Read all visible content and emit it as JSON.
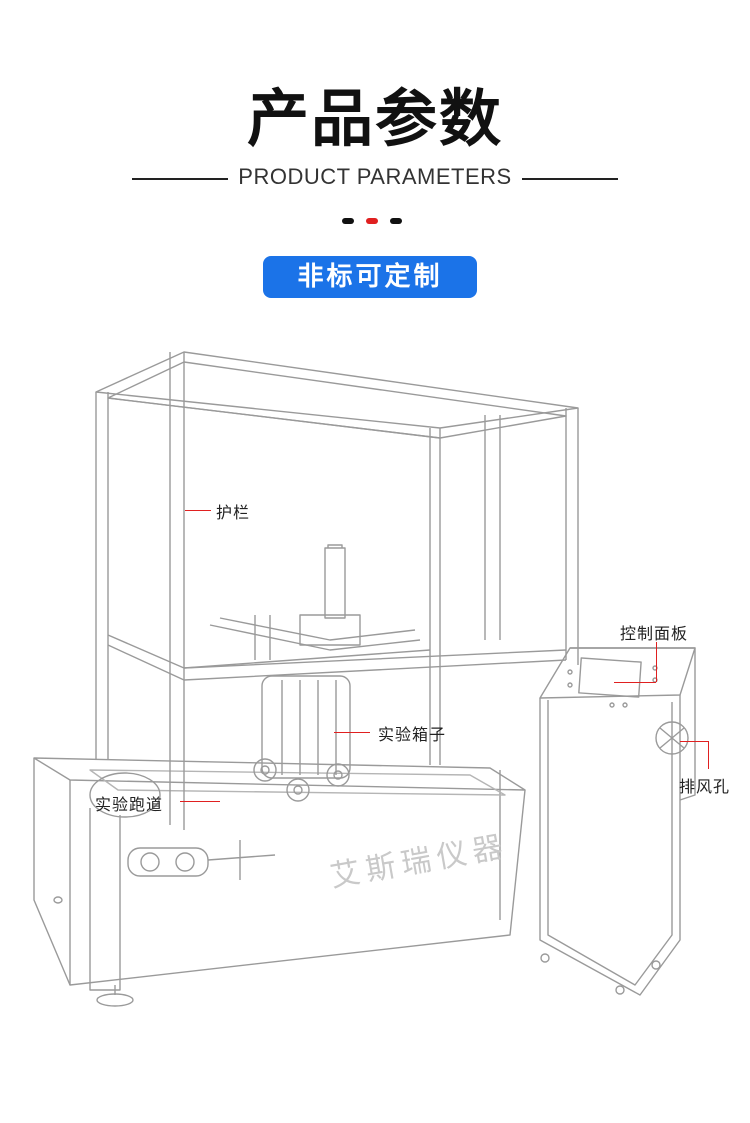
{
  "header": {
    "title": "产品参数",
    "subtitle": "PRODUCT PARAMETERS",
    "badge": "非标可定制"
  },
  "colors": {
    "accent_blue": "#1b73e8",
    "accent_red": "#e02020",
    "line": "#222222"
  },
  "callouts": {
    "guardrail": "护栏",
    "control_panel": "控制面板",
    "test_box": "实验箱子",
    "exhaust_vent": "排风孔",
    "test_track": "实验跑道"
  },
  "watermark": "艾斯瑞仪器"
}
